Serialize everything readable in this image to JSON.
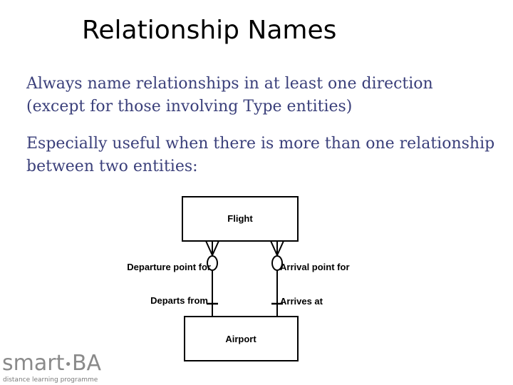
{
  "slide": {
    "title": "Relationship Names",
    "paragraphs": [
      [
        "Always name relationships in at least one direction",
        "(except for those involving Type entities)"
      ],
      [
        "Especially useful when there is more than one relationship",
        "between two entities:"
      ]
    ]
  },
  "diagram": {
    "entities": [
      "Flight",
      "Airport"
    ],
    "relationships": [
      {
        "upper_label": "Departure point for",
        "lower_label": "Departs from"
      },
      {
        "upper_label": "Arrival point for",
        "lower_label": "Arrives at"
      }
    ]
  },
  "logo": {
    "wordmark_left": "smart",
    "wordmark_right": "BA",
    "tagline": "distance learning programme"
  }
}
